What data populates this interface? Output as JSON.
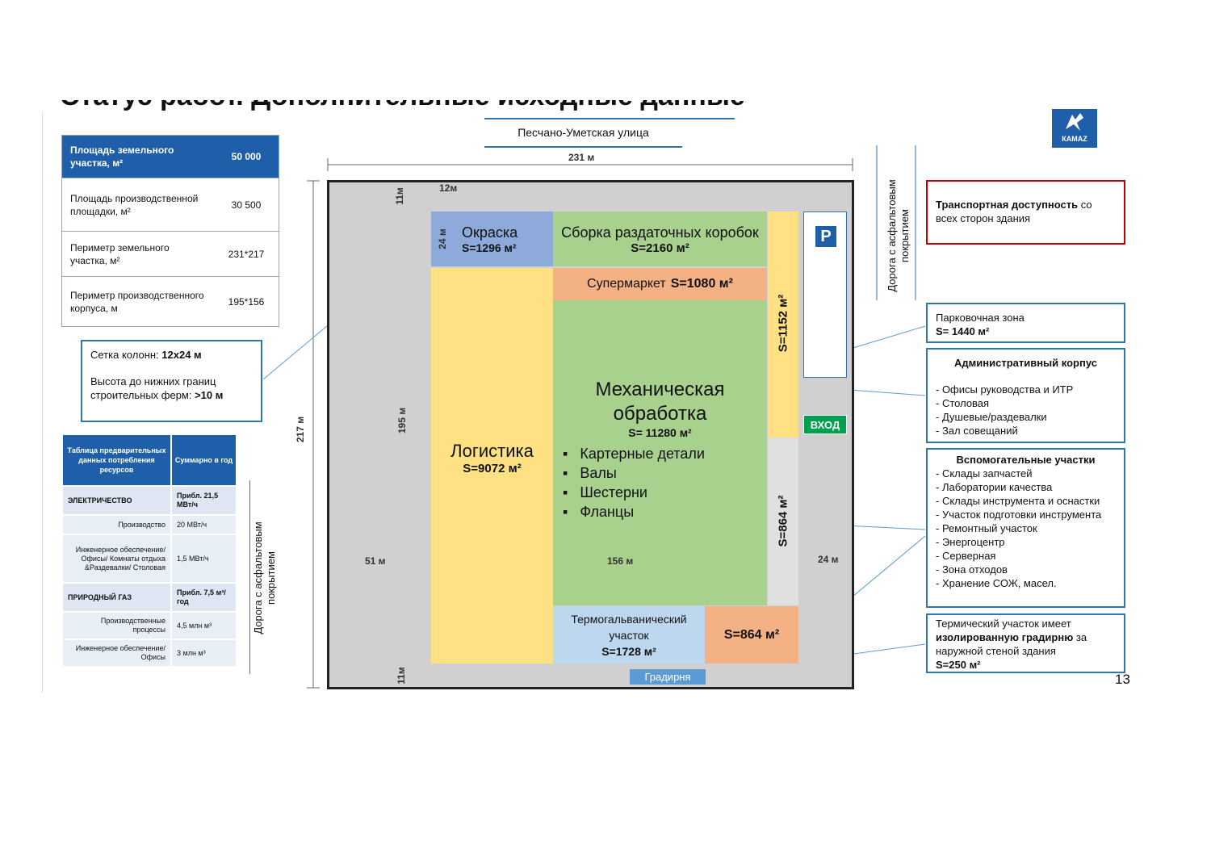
{
  "header": {
    "title_fragment": "Статус работ. Дополнительные исходные данные",
    "street": "Песчано-Уметская улица",
    "logo_text": "КАМАZ",
    "page_number": "13"
  },
  "land_table": {
    "rows": [
      {
        "k": "Площадь земельного участка, м²",
        "v": "50 000"
      },
      {
        "k": "Площадь производственной площадки, м²",
        "v": "30 500"
      },
      {
        "k": "Периметр земельного участка, м²",
        "v": "231*217"
      },
      {
        "k": "Периметр производственного корпуса, м",
        "v": "195*156"
      }
    ]
  },
  "grid_box": {
    "l1a": "Сетка колонн: ",
    "l1b": "12x24 м",
    "l2a": "Высота до нижних границ строительных ферм: ",
    "l2b": ">10 м"
  },
  "resource_table": {
    "h1": "Таблица предварительных данных потребления ресурсов",
    "h2": "Суммарно в год",
    "rows": [
      {
        "c1": "ЭЛЕКТРИЧЕСТВО",
        "c2": "Прибл. 21,5 МВт/ч"
      },
      {
        "c1": "Производство",
        "c2": "20 МВт/ч"
      },
      {
        "c1": "Инженерное обеспечение/Офисы/ Комнаты отдыха &Раздевалки/ Столовая",
        "c2": "1,5 МВт/ч"
      },
      {
        "c1": "ПРИРОДНЫЙ ГАЗ",
        "c2": "Прибл. 7,5 м³/год"
      },
      {
        "c1": "Производственные процессы",
        "c2": "4,5 млн м³"
      },
      {
        "c1": "Инженерное обеспечение/Офисы",
        "c2": "3 млн м³"
      }
    ]
  },
  "road_left": "Дорога с асфальтовым покрытием",
  "road_right": "Дорога с асфальтовым покрытием",
  "dims": {
    "w231": "231 м",
    "h217": "217 м",
    "h195": "195 м",
    "d11top": "11м",
    "d12": "12м",
    "d24": "24 м",
    "d51": "51 м",
    "d156": "156 м",
    "d24r": "24 м",
    "d11b": "11м"
  },
  "zones": {
    "okraska": "Окраска",
    "okraska_s": "S=1296 м²",
    "sborka": "Сборка раздаточных коробок",
    "sborka_s": "S=2160 м²",
    "supermarket": "Супермаркет",
    "supermarket_s": "S=1080 м²",
    "mech": "Механическая обработка",
    "mech_s": "S= 11280 м²",
    "mech_items": [
      "Картерные детали",
      "Валы",
      "Шестерни",
      "Фланцы"
    ],
    "logistika": "Логистика",
    "logistika_s": "S=9072 м²",
    "s1152": "S=1152 м²",
    "s864v": "S=864 м²",
    "termo": "Термогальванический участок",
    "termo_s": "S=1728 м²",
    "s864": "S=864 м²",
    "gradirnya": "Градирня",
    "parking": "P",
    "vhod": "ВХОД"
  },
  "right": {
    "transport_b": "Транспортная доступность",
    "transport_t": " со всех сторон здания",
    "parking_t": "Парковочная зона",
    "parking_s": "S= 1440 м²",
    "admin_title": "Административный корпус",
    "admin_items": [
      "- Офисы руководства и ИТР",
      "- Столовая",
      "- Душевые/раздевалки",
      "- Зал совещаний"
    ],
    "aux_title": "Вспомогательные участки",
    "aux_items": [
      "- Склады запчастей",
      "- Лаборатории качества",
      "- Склады инструмента и оснастки",
      "- Участок подготовки инструмента",
      "- Ремонтный участок",
      "- Энергоцентр",
      "- Серверная",
      "- Зона отходов",
      "- Хранение СОЖ, масел."
    ],
    "thermal_1": "Термический участок имеет ",
    "thermal_b": "изолированную градирню",
    "thermal_2": " за наружной стеной здания",
    "thermal_s": "S=250 м²"
  },
  "colors": {
    "blue": "#1f5faa",
    "lightblue": "#8eaadb",
    "yellow": "#ffe083",
    "green": "#a9d18e",
    "orange": "#f4b183",
    "grey": "#c8c8c8",
    "red": "#c00000"
  }
}
